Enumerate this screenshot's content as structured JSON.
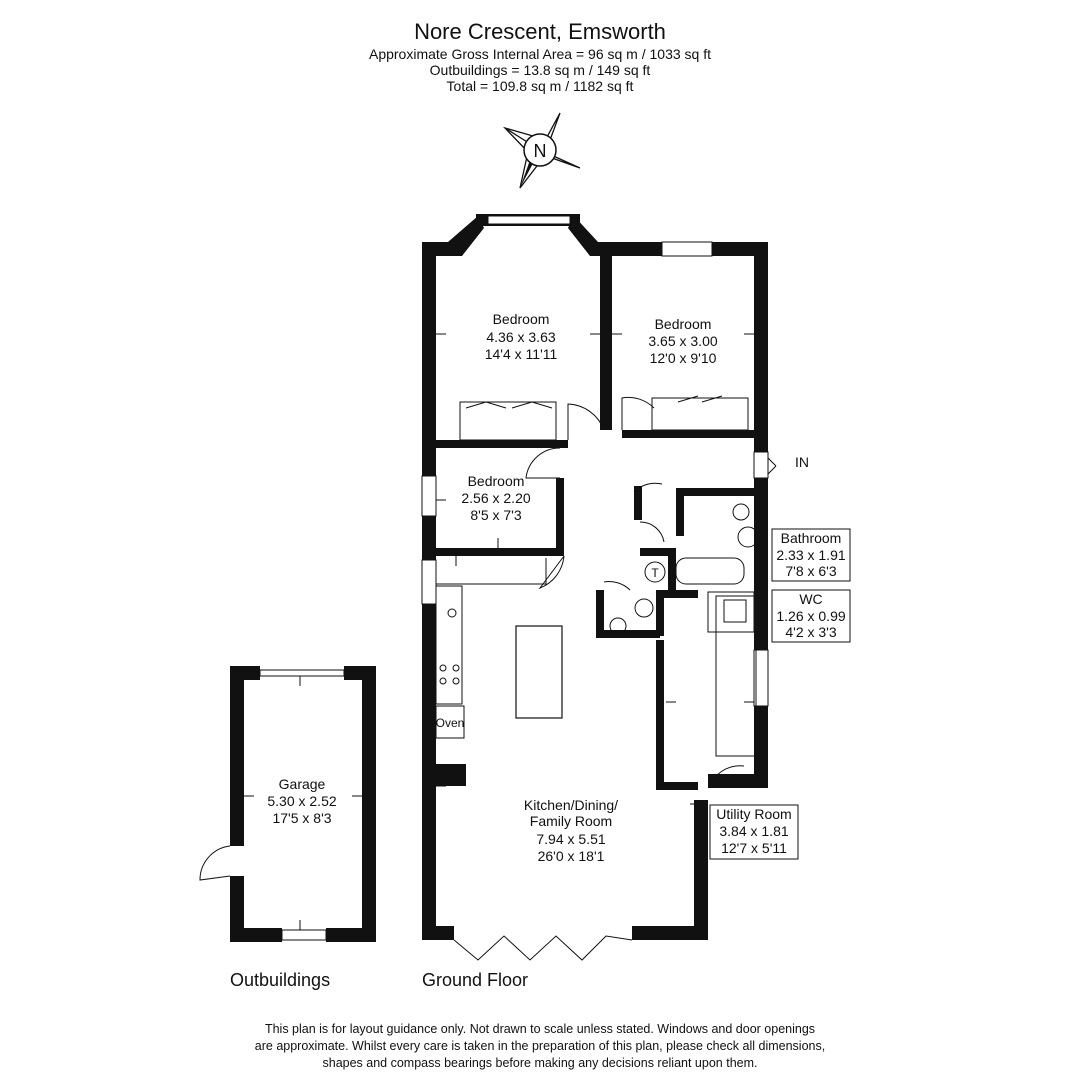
{
  "header": {
    "title": "Nore Crescent, Emsworth",
    "areas": [
      "Approximate Gross Internal Area = 96 sq m / 1033 sq ft",
      "Outbuildings = 13.8 sq m / 149 sq ft",
      "Total = 109.8 sq m / 1182 sq ft"
    ]
  },
  "compass": {
    "label": "N"
  },
  "rooms": {
    "bedroom1": {
      "name": "Bedroom",
      "metric": "4.36 x 3.63",
      "imperial": "14'4 x 11'11"
    },
    "bedroom2": {
      "name": "Bedroom",
      "metric": "3.65 x 3.00",
      "imperial": "12'0 x 9'10"
    },
    "bedroom3": {
      "name": "Bedroom",
      "metric": "2.56 x 2.20",
      "imperial": "8'5 x 7'3"
    },
    "bathroom": {
      "name": "Bathroom",
      "metric": "2.33 x 1.91",
      "imperial": "7'8 x 6'3"
    },
    "wc": {
      "name": "WC",
      "metric": "1.26 x 0.99",
      "imperial": "4'2 x 3'3"
    },
    "utility": {
      "name": "Utility Room",
      "metric": "3.84 x 1.81",
      "imperial": "12'7 x 5'11"
    },
    "kitchen": {
      "name1": "Kitchen/Dining/",
      "name2": "Family Room",
      "metric": "7.94 x 5.51",
      "imperial": "26'0 x 18'1"
    },
    "garage": {
      "name": "Garage",
      "metric": "5.30 x 2.52",
      "imperial": "17'5 x 8'3"
    }
  },
  "labels": {
    "entrance": "IN",
    "oven": "Oven",
    "tank": "T"
  },
  "floors": {
    "outbuildings": "Outbuildings",
    "ground": "Ground Floor"
  },
  "footer": {
    "lines": [
      "This plan is for layout guidance only. Not drawn to scale unless stated. Windows and door openings",
      "are approximate. Whilst every care is taken in the preparation of this plan, please check all dimensions,",
      "shapes and compass bearings before making any decisions reliant upon them."
    ]
  }
}
